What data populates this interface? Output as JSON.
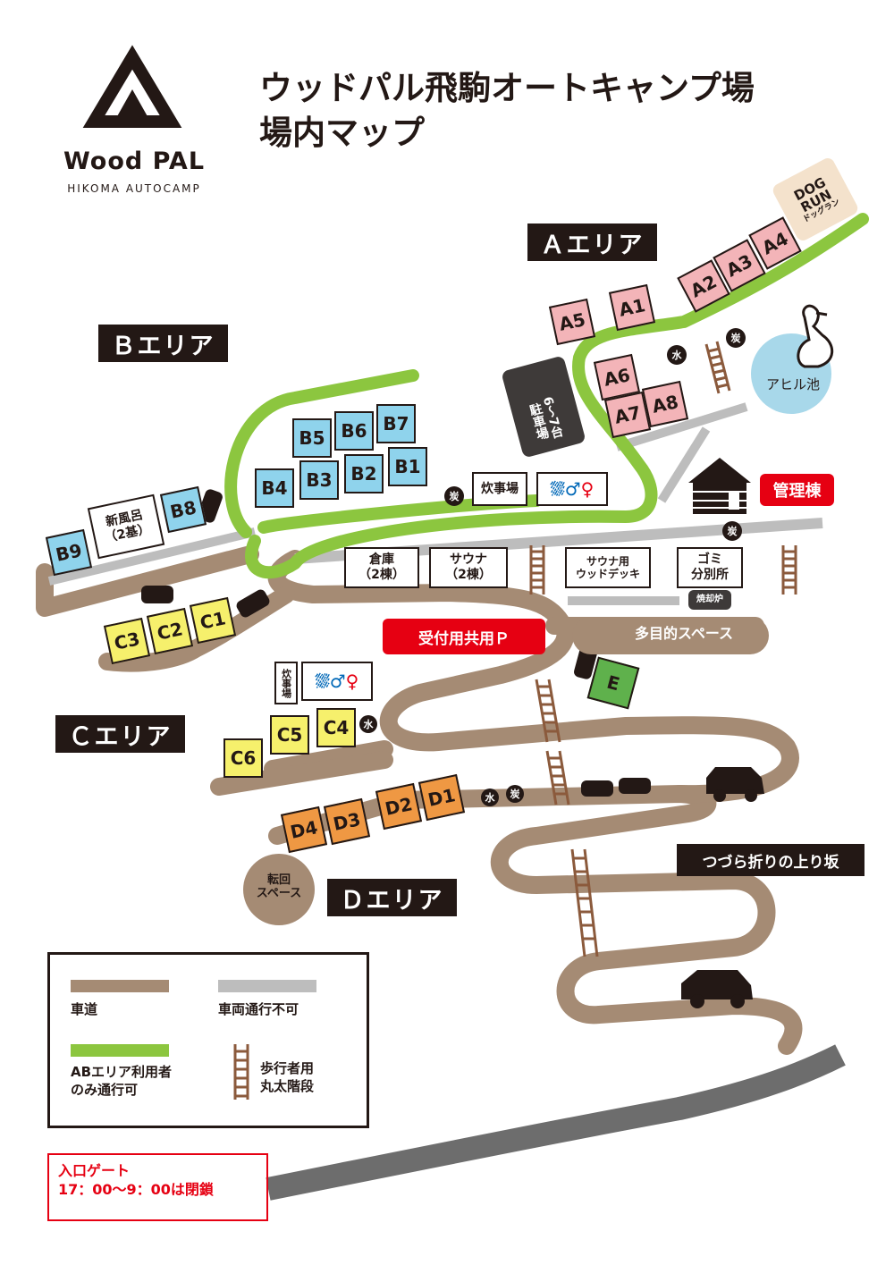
{
  "header": {
    "logo_name": "Wood PAL",
    "logo_sub": "HIKOMA AUTOCAMP",
    "title_line1": "ウッドパル飛駒オートキャンプ場",
    "title_line2": "場内マップ"
  },
  "areas": {
    "a": "Ａエリア",
    "b": "Ｂエリア",
    "c": "Ｃエリア",
    "d": "Ｄエリア"
  },
  "sites": {
    "a1": "A1",
    "a2": "A2",
    "a3": "A3",
    "a4": "A4",
    "a5": "A5",
    "a6": "A6",
    "a7": "A7",
    "a8": "A8",
    "b1": "B1",
    "b2": "B2",
    "b3": "B3",
    "b4": "B4",
    "b5": "B5",
    "b6": "B6",
    "b7": "B7",
    "b8": "B8",
    "b9": "B9",
    "c1": "C1",
    "c2": "C2",
    "c3": "C3",
    "c4": "C4",
    "c5": "C5",
    "c6": "C6",
    "d1": "D1",
    "d2": "D2",
    "d3": "D3",
    "d4": "D4",
    "e": "E"
  },
  "facilities": {
    "dogrun_en": "DOG RUN",
    "dogrun_ja": "ドッグラン",
    "pond": "アヒル池",
    "parking": "6〜7台 駐車場",
    "kitchen": "炊事場",
    "office": "管理棟",
    "bath": "新風呂\n（2基）",
    "storage": "倉庫\n（2棟）",
    "sauna": "サウナ\n（2棟）",
    "sauna_deck": "サウナ用\nウッドデッキ",
    "garbage": "ゴミ\n分別所",
    "incinerator": "焼却炉",
    "reception_parking": "受付用共用Ｐ",
    "multipurpose": "多目的スペース",
    "kitchen_c": "炊事場",
    "turnaround": "転回\nスペース",
    "slope": "つづら折りの上り坂",
    "water": "水",
    "charcoal": "炭"
  },
  "legend": {
    "road": "車道",
    "no_vehicles": "車両通行不可",
    "ab_only": "ABエリア利用者\nのみ通行可",
    "log_stairs": "歩行者用\n丸太階段"
  },
  "gate": {
    "line1": "入口ゲート",
    "line2": "17：00〜9：00は閉鎖"
  },
  "colors": {
    "road": "#a58b74",
    "no_vehicle_path": "#bdbdbd",
    "ab_path": "#8cc63f",
    "stairs": "#8b5a3c",
    "pond": "#a8d8ea",
    "accent_red": "#e60012",
    "a_sites": "#f3b4b8",
    "b_sites": "#8fd3ec",
    "c_sites": "#f6f06c",
    "d_sites": "#ef9843",
    "e_site": "#5fb14c"
  }
}
